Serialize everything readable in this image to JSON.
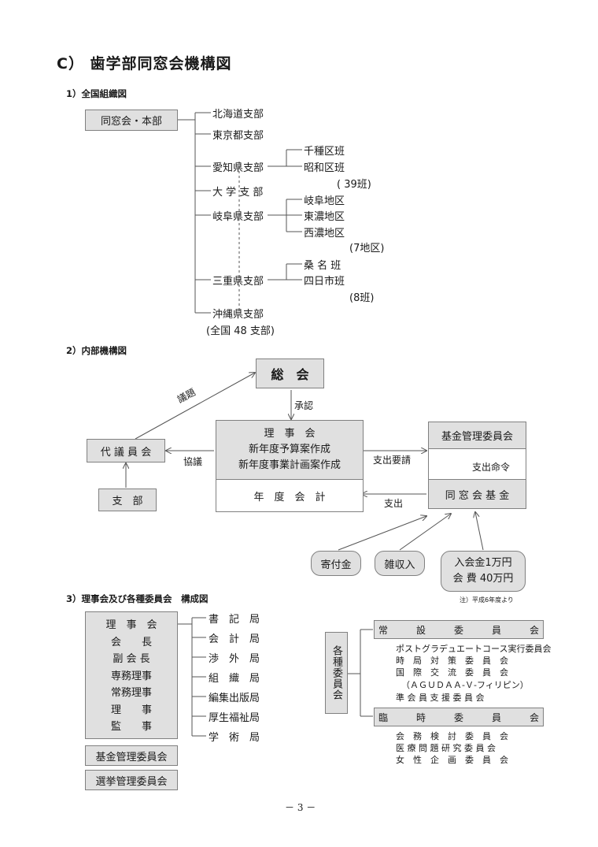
{
  "title": "C） 歯学部同窓会機構図",
  "section1": {
    "heading": "1）全国組織図",
    "root": "同窓会・本部",
    "branches": [
      "北海道支部",
      "東京都支部",
      "愛知県支部",
      "大 学 支 部",
      "岐阜県支部",
      "三重県支部",
      "沖縄県支部"
    ],
    "aichi_sub": [
      "千種区班",
      "昭和区班"
    ],
    "aichi_note": "( 39班)",
    "gifu_sub": [
      "岐阜地区",
      "東濃地区",
      "西濃地区"
    ],
    "gifu_note": "(7地区)",
    "mie_sub": [
      "桑 名 班",
      "四日市班"
    ],
    "mie_note": "(8班)",
    "total": "(全国 48 支部)"
  },
  "section2": {
    "heading": "2）内部機構図",
    "general_meeting": "総　会",
    "board": [
      "理　事　会",
      "新年度予算案作成",
      "新年度事業計画案作成"
    ],
    "fiscal": "年　度　会　計",
    "delegates": "代 議 員 会",
    "branch": "支　部",
    "fund_committee": "基金管理委員会",
    "fund": "同 窓 会 基 金",
    "donation": "寄付金",
    "misc_income": "雑収入",
    "fees": [
      "入会金1万円",
      "会 費 40万円"
    ],
    "fee_note": "注）平成6年度より",
    "labels": {
      "agenda": "議題",
      "approval": "承認",
      "consult": "協議",
      "request": "支出要請",
      "order": "支出命令",
      "expense": "支出"
    }
  },
  "section3": {
    "heading": "3）理事会及び各種委員会　構成図",
    "board_title": "理　事　会",
    "board_members": [
      "会　　長",
      "副 会 長",
      "専務理事",
      "常務理事",
      "理　　事",
      "監　　事"
    ],
    "bureaus": [
      "書　記　局",
      "会　計　局",
      "渉　外　局",
      "組　織　局",
      "編集出版局",
      "厚生福祉局",
      "学　術　局"
    ],
    "fund_committee": "基金管理委員会",
    "election_committee": "選挙管理委員会",
    "committees_label": "各種委員会",
    "standing": {
      "title": "常　　　設　　　委　　　員　　　会",
      "items": [
        "ポストグラデュエートコース実行委員会",
        "時　局　対　策　委　員　会",
        "国　際　交　流　委　員　会",
        "（ＡＧＵＤＡＡ-Ｖ-フィリピン）",
        "準 会 員 支 援 委 員 会"
      ]
    },
    "temporary": {
      "title": "臨　　　時　　　委　　　員　　　会",
      "items": [
        "会　務　検　討　委　員　会",
        "医 療 問 題 研 究 委 員 会",
        "女　性　企　画　委　員　会"
      ]
    }
  },
  "page_number": "－ 3 －"
}
